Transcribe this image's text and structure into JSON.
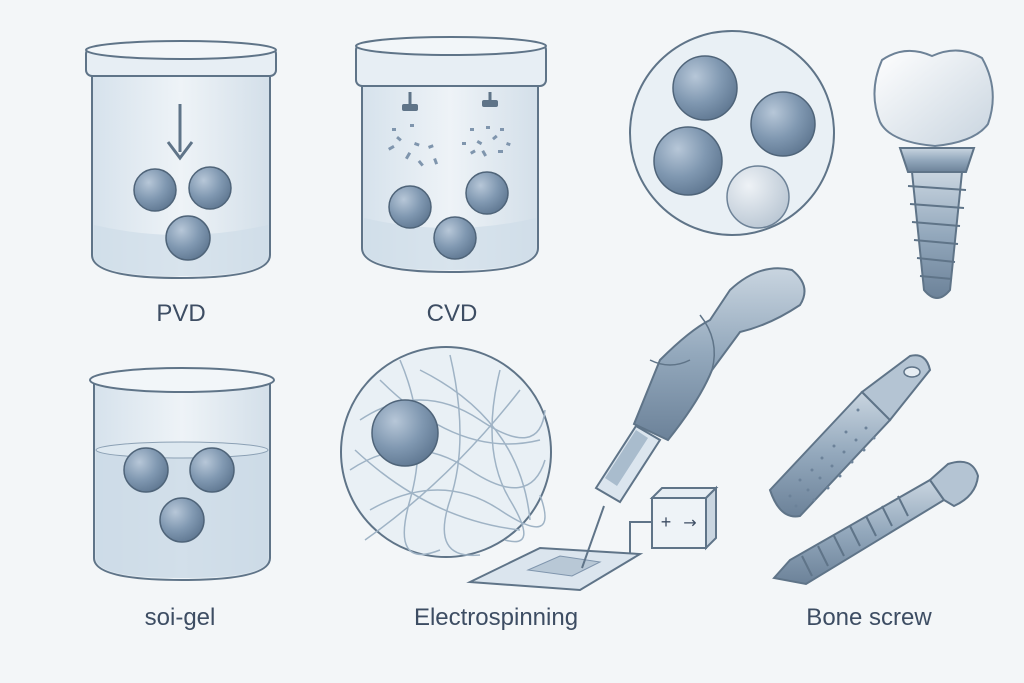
{
  "labels": {
    "pvd": "PVD",
    "cvd": "CVD",
    "solgel": "soi-gel",
    "electrospinning": "Electrospinning",
    "bone_screw": "Bone screw"
  },
  "power_supply": {
    "plus": "+",
    "arrow": "→"
  },
  "colors": {
    "background": "#f3f6f8",
    "outline": "#5f7488",
    "glass_fill": "#e6eef4",
    "sphere": "#7f95ad",
    "label": "#3d4d63"
  }
}
